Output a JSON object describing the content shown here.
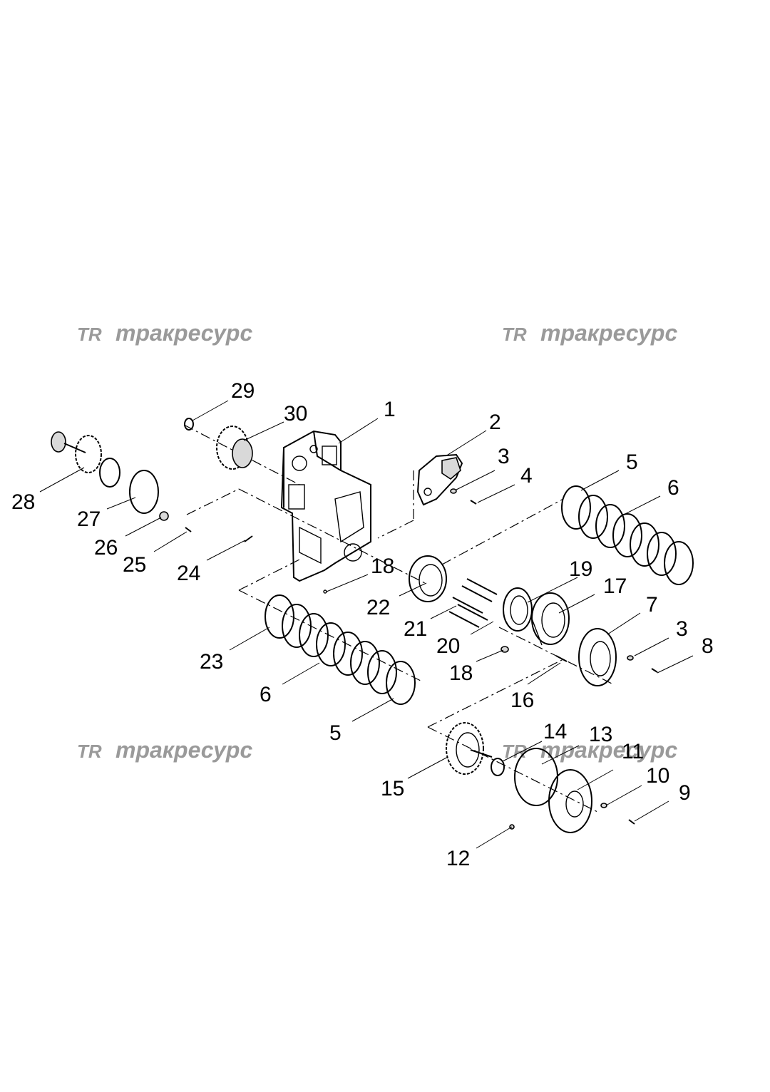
{
  "watermarks": [
    {
      "logo": "TR",
      "text": "тракресурс"
    },
    {
      "logo": "TR",
      "text": "тракресурс"
    },
    {
      "logo": "TR",
      "text": "тракресурс"
    },
    {
      "logo": "TR",
      "text": "тракресурс"
    }
  ],
  "callouts": [
    "1",
    "2",
    "3",
    "4",
    "5",
    "6",
    "7",
    "3",
    "8",
    "9",
    "10",
    "11",
    "12",
    "13",
    "14",
    "15",
    "16",
    "17",
    "18",
    "18",
    "19",
    "20",
    "21",
    "22",
    "23",
    "6",
    "5",
    "24",
    "25",
    "26",
    "27",
    "28",
    "29",
    "30"
  ],
  "colors": {
    "line": "#000000",
    "watermark": "#9a9a9a",
    "background": "#ffffff"
  }
}
